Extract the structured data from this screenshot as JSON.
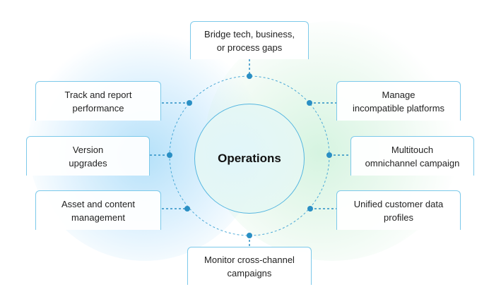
{
  "center": {
    "label": "Operations"
  },
  "items": [
    {
      "id": "bridge",
      "label": "Bridge tech, business,\nor process gaps"
    },
    {
      "id": "manage",
      "label": "Manage\nincompatible platforms"
    },
    {
      "id": "multitouch",
      "label": "Multitouch\nomnichannel campaign"
    },
    {
      "id": "unified",
      "label": "Unified customer data\nprofiles"
    },
    {
      "id": "monitor",
      "label": "Monitor cross-channel\ncampaigns"
    },
    {
      "id": "asset",
      "label": "Asset and content\nmanagement"
    },
    {
      "id": "version",
      "label": "Version\nupgrades"
    },
    {
      "id": "track",
      "label": "Track and report\nperformance"
    }
  ],
  "colors": {
    "accent": "#2a8fc4",
    "ring": "#4aa8d6",
    "box_border": "#7cc9ea"
  }
}
